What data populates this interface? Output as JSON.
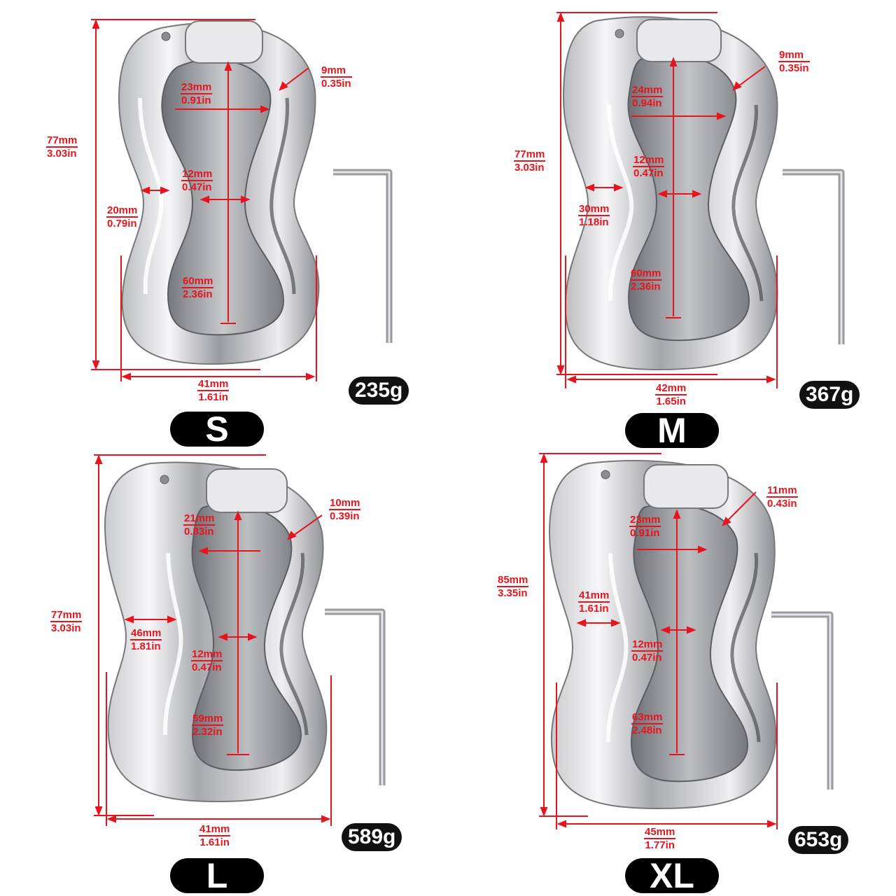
{
  "colors": {
    "dimension": "#e8141d",
    "steel_light": "#f4f4f6",
    "steel_dark": "#8a8b90",
    "badge": "#111111"
  },
  "panels": [
    {
      "size": "S",
      "weight": "235g",
      "height": {
        "mm": "77mm",
        "in": "3.03in"
      },
      "width": {
        "mm": "41mm",
        "in": "1.61in"
      },
      "inner_top": {
        "mm": "23mm",
        "in": "0.91in"
      },
      "inner_waist": {
        "mm": "12mm",
        "in": "0.47in"
      },
      "wall": {
        "mm": "9mm",
        "in": "0.35in"
      },
      "side": {
        "mm": "20mm",
        "in": "0.79in"
      },
      "inner_height": {
        "mm": "60mm",
        "in": "2.36in"
      }
    },
    {
      "size": "M",
      "weight": "367g",
      "height": {
        "mm": "77mm",
        "in": "3.03in"
      },
      "width": {
        "mm": "42mm",
        "in": "1.65in"
      },
      "inner_top": {
        "mm": "24mm",
        "in": "0.94in"
      },
      "inner_waist": {
        "mm": "12mm",
        "in": "0.47in"
      },
      "wall": {
        "mm": "9mm",
        "in": "0.35in"
      },
      "side": {
        "mm": "30mm",
        "in": "1.18in"
      },
      "inner_height": {
        "mm": "60mm",
        "in": "2.36in"
      }
    },
    {
      "size": "L",
      "weight": "589g",
      "height": {
        "mm": "77mm",
        "in": "3.03in"
      },
      "width": {
        "mm": "41mm",
        "in": "1.61in"
      },
      "inner_top": {
        "mm": "21mm",
        "in": "0.83in"
      },
      "inner_waist": {
        "mm": "12mm",
        "in": "0.47in"
      },
      "wall": {
        "mm": "10mm",
        "in": "0.39in"
      },
      "side": {
        "mm": "46mm",
        "in": "1.81in"
      },
      "inner_height": {
        "mm": "59mm",
        "in": "2.32in"
      }
    },
    {
      "size": "XL",
      "weight": "653g",
      "height": {
        "mm": "85mm",
        "in": "3.35in"
      },
      "width": {
        "mm": "45mm",
        "in": "1.77in"
      },
      "inner_top": {
        "mm": "23mm",
        "in": "0.91in"
      },
      "inner_waist": {
        "mm": "12mm",
        "in": "0.47in"
      },
      "wall": {
        "mm": "11mm",
        "in": "0.43in"
      },
      "side": {
        "mm": "41mm",
        "in": "1.61in"
      },
      "inner_height": {
        "mm": "63mm",
        "in": "2.48in"
      }
    }
  ]
}
